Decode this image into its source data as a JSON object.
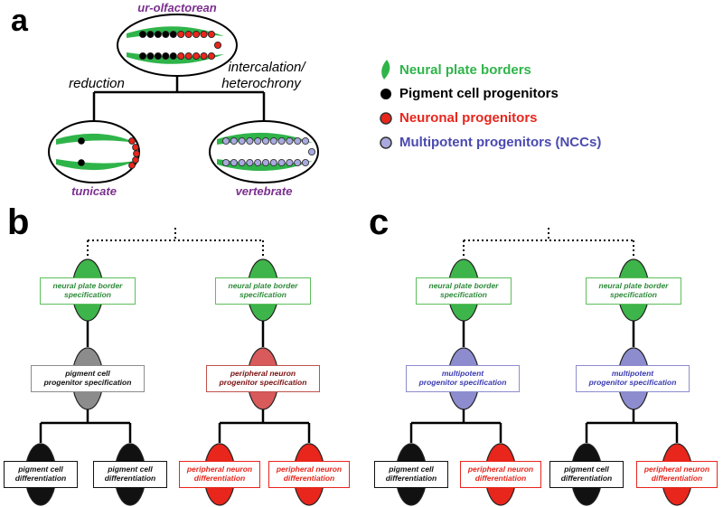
{
  "panels": {
    "a": "a",
    "b": "b",
    "c": "c"
  },
  "panel_a": {
    "title": "ur-olfactorean",
    "left_branch": "reduction",
    "right_branch_line1": "intercalation/",
    "right_branch_line2": "heterochrony",
    "left_embryo": "tunicate",
    "right_embryo": "vertebrate",
    "label_color": "#7b2f8e"
  },
  "legend": [
    {
      "label": "Neural plate borders",
      "color": "#2fb44a",
      "shape": "leaf-icon"
    },
    {
      "label": "Pigment cell progenitors",
      "color": "#000000",
      "shape": "black-dot-icon"
    },
    {
      "label": "Neuronal progenitors",
      "color": "#e8261c",
      "shape": "red-dot-icon"
    },
    {
      "label": "Multipotent progenitors (NCCs)",
      "color": "#4a4ab0",
      "shape": "purple-dot-icon"
    }
  ],
  "colors": {
    "green": "#3db54a",
    "black": "#111111",
    "red": "#e8261c",
    "gray": "#8c8c8c",
    "dark_red": "#d85a5a",
    "purple": "#8c8ccf",
    "text_green": "#2e8b3a",
    "text_red": "#e8261c",
    "text_blue": "#3a3ab0"
  },
  "panel_b": {
    "nodes": {
      "npb_left": "neural plate border\nspecification",
      "npb_right": "neural plate border\nspecification",
      "mid_left": "pigment cell\nprogenitor specification",
      "mid_right": "peripheral neuron\nprogenitor specification",
      "leaf1": "pigment cell\ndifferentiation",
      "leaf2": "pigment cell\ndifferentiation",
      "leaf3": "peripheral neuron\ndifferentiation",
      "leaf4": "peripheral neuron\ndifferentiation"
    }
  },
  "panel_c": {
    "nodes": {
      "npb_left": "neural plate border\nspecification",
      "npb_right": "neural plate border\nspecification",
      "mid_left": "multipotent\nprogenitor specification",
      "mid_right": "multipotent\nprogenitor specification",
      "leaf1": "pigment cell\ndifferentiation",
      "leaf2": "peripheral neuron\ndifferentiation",
      "leaf3": "pigment cell\ndifferentiation",
      "leaf4": "peripheral neuron\ndifferentiation"
    }
  }
}
